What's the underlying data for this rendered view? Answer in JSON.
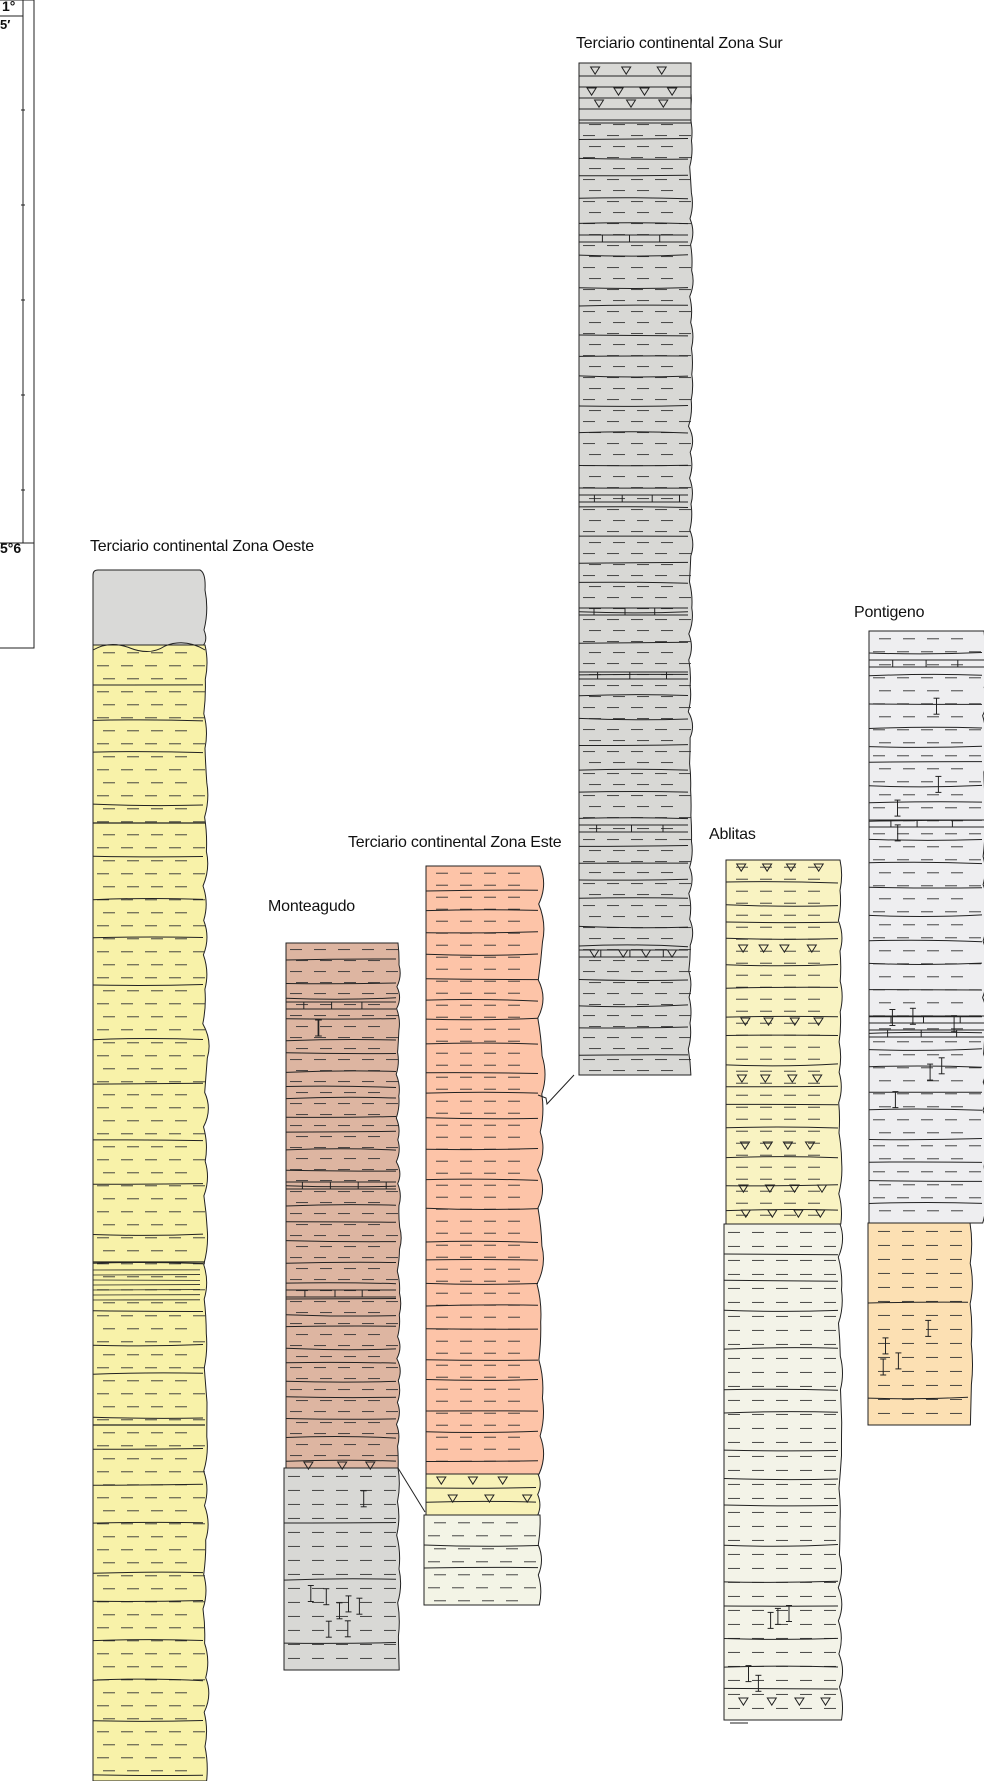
{
  "page": {
    "background": "#ffffff"
  },
  "map_fragment": {
    "labels": {
      "top_a": "1°",
      "top_b": "5′",
      "mid": "5°6"
    }
  },
  "columns": [
    {
      "id": "oeste",
      "title": "Terciario continental Zona Oeste",
      "units": [
        {
          "lithology": "shale",
          "fill": "#d9d9d7"
        },
        {
          "lithology": "sandstone-lutite",
          "fill": "#f8f2a9"
        }
      ]
    },
    {
      "id": "sur",
      "title": "Terciario continental Zona Sur",
      "units": [
        {
          "lithology": "gypsum-conglomerate",
          "fill": "#d8d8d5"
        },
        {
          "lithology": "marl-limestone",
          "fill": "#d8d8d5"
        }
      ]
    },
    {
      "id": "monteagudo",
      "title": "Monteagudo",
      "units": [
        {
          "lithology": "lutite-limestone",
          "fill": "#ddb5a1"
        },
        {
          "lithology": "gypsiferous-marl",
          "fill": "#d8d8d5"
        }
      ]
    },
    {
      "id": "este",
      "title": "Terciario continental Zona Este",
      "units": [
        {
          "lithology": "lutite",
          "fill": "#fdc4a8"
        },
        {
          "lithology": "conglomerate",
          "fill": "#f8f2b8"
        },
        {
          "lithology": "marl",
          "fill": "#f3f4e6"
        }
      ]
    },
    {
      "id": "ablitas",
      "title": "Ablitas",
      "units": [
        {
          "lithology": "gypsum-breccia",
          "fill": "#f9f3c2"
        },
        {
          "lithology": "marl-gypsum",
          "fill": "#f3f3e8"
        }
      ]
    },
    {
      "id": "pontigeno",
      "title": "Pontigeno",
      "units": [
        {
          "lithology": "limestone-marl-gypsum",
          "fill": "#eeeeF0"
        },
        {
          "lithology": "gypsiferous-clay",
          "fill": "#fce0b3"
        }
      ]
    }
  ],
  "style": {
    "stroke": "#222222",
    "pattern_stroke": "#333333"
  }
}
